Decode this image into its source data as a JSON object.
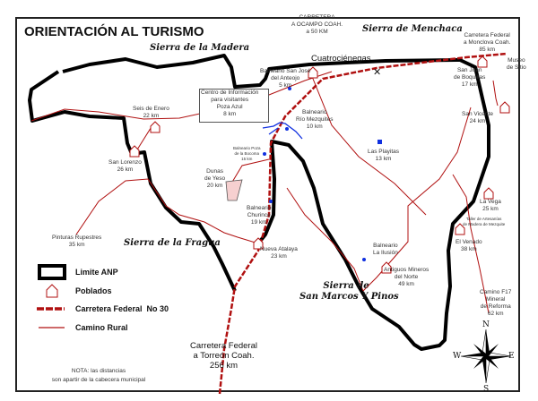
{
  "title": "ORIENTACIÓN AL TURISMO",
  "sierras": [
    "Sierra de la Madera",
    "Sierra de Menchaca",
    "Sierra de la Fragua",
    "Sierra de",
    "San Marcos Y Pinos"
  ],
  "town": "Cuatrociénegas",
  "places": [
    {
      "id": "ocampo",
      "lines": [
        "CARRETERA",
        "A OCAMPO COAH.",
        "a 50 KM"
      ]
    },
    {
      "id": "monclova",
      "lines": [
        "Carretera Federal",
        "a Monclova Coah.",
        "85 km"
      ]
    },
    {
      "id": "museo",
      "lines": [
        "Museo",
        "de Sitio"
      ]
    },
    {
      "id": "boquillas",
      "lines": [
        "San Juan",
        "de Boquillas",
        "17 km"
      ]
    },
    {
      "id": "sanjose",
      "lines": [
        "Balneario San José",
        "del Anteojo",
        "5 km"
      ]
    },
    {
      "id": "pozaazul",
      "lines": [
        "Centro de Información",
        "para visitantes",
        "Poza Azul",
        "8 km"
      ]
    },
    {
      "id": "mezquites",
      "lines": [
        "Balneario",
        "Río Mezquites",
        "10 km"
      ]
    },
    {
      "id": "sanvicente",
      "lines": [
        "San Vicente",
        "24 km"
      ]
    },
    {
      "id": "seisenero",
      "lines": [
        "Seis de Enero",
        "22 km"
      ]
    },
    {
      "id": "sanlorenzo",
      "lines": [
        "San Lorenzo",
        "26 km"
      ]
    },
    {
      "id": "playitas",
      "lines": [
        "Las Playitas",
        "13 km"
      ]
    },
    {
      "id": "bocoma",
      "lines": [
        "Balneario Poza",
        "de la Bocoma",
        "15 km"
      ]
    },
    {
      "id": "dunas",
      "lines": [
        "Dunas",
        "de Yeso",
        "20 km"
      ]
    },
    {
      "id": "lavega",
      "lines": [
        "La Vega",
        "25 km"
      ]
    },
    {
      "id": "taller",
      "lines": [
        "Taller de Artesanías",
        "de Madera de Mezquite"
      ]
    },
    {
      "id": "churince",
      "lines": [
        "Balneario",
        "Churince",
        "19 km"
      ]
    },
    {
      "id": "pinturas",
      "lines": [
        "Pinturas Rupestres",
        "35 km"
      ]
    },
    {
      "id": "atalaya",
      "lines": [
        "Nueva Atalaya",
        "23 km"
      ]
    },
    {
      "id": "venado",
      "lines": [
        "El Venado",
        "38 km"
      ]
    },
    {
      "id": "ilusion",
      "lines": [
        "Balneario",
        "La Ilusión"
      ]
    },
    {
      "id": "mineros",
      "lines": [
        "Antiguos Mineros",
        "del Norte",
        "49 km"
      ]
    },
    {
      "id": "reforma",
      "lines": [
        "Camino F17",
        "Mineral",
        "de Reforma",
        "62 km"
      ]
    }
  ],
  "torreon": [
    "Carretera Federal",
    "a Torreón Coah.",
    "256 km"
  ],
  "legend": [
    "Limite ANP",
    "Poblados",
    "Carretera Federal  No 30",
    "Camino Rural"
  ],
  "note": [
    "NOTA: las distancias",
    "son apartir de la cabecera municipal"
  ],
  "compass": {
    "n": "N",
    "s": "S",
    "e": "E",
    "w": "W"
  },
  "colors": {
    "road": "#b01010",
    "boundary": "#000000",
    "water": "#1030e0",
    "frame": "#222222"
  }
}
